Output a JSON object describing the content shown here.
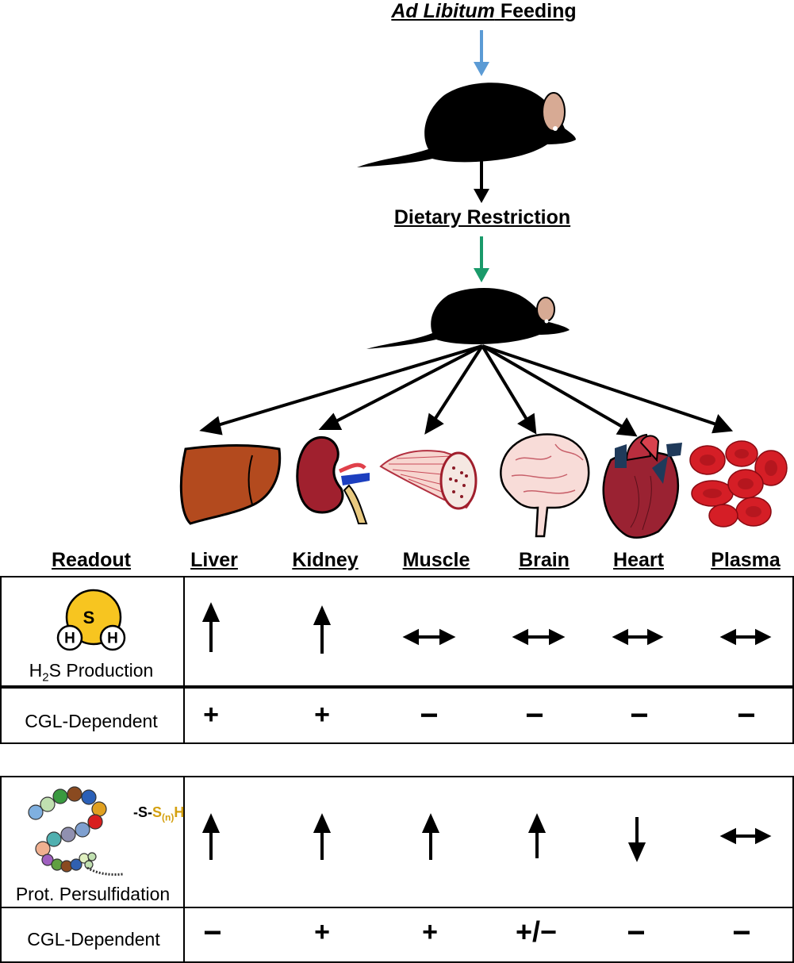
{
  "title_top": {
    "italic": "Ad Libitum",
    "rest": " Feeding"
  },
  "title_mid": "Dietary Restriction",
  "organs": [
    {
      "id": "liver",
      "label": "Liver"
    },
    {
      "id": "kidney",
      "label": "Kidney"
    },
    {
      "id": "muscle",
      "label": "Muscle"
    },
    {
      "id": "brain",
      "label": "Brain"
    },
    {
      "id": "heart",
      "label": "Heart"
    },
    {
      "id": "plasma",
      "label": "Plasma"
    }
  ],
  "readout_header": "Readout",
  "h2s_table": {
    "label_main": "H",
    "label_sub": "2",
    "label_rest": "S Production",
    "molecule": {
      "center": "S",
      "left": "H",
      "right": "H"
    },
    "changes": [
      "up",
      "up",
      "none",
      "none",
      "none",
      "none"
    ],
    "cgl_label": "CGL-Dependent",
    "cgl": [
      "+",
      "+",
      "−",
      "−",
      "−",
      "−"
    ]
  },
  "persulf_table": {
    "label": "Prot. Persulfidation",
    "chem": {
      "prefix": "-S-",
      "s": "S",
      "sub": "(n)",
      "h": "H"
    },
    "changes": [
      "up",
      "up",
      "up",
      "up",
      "down",
      "none"
    ],
    "cgl_label": "CGL-Dependent",
    "cgl": [
      "−",
      "+",
      "+",
      "+/−",
      "−",
      "−"
    ]
  },
  "colors": {
    "arrow_blue": "#5b9bd5",
    "arrow_green": "#1a9a6a",
    "sulfur_yellow": "#f7c520",
    "chem_gold": "#d4a010"
  }
}
